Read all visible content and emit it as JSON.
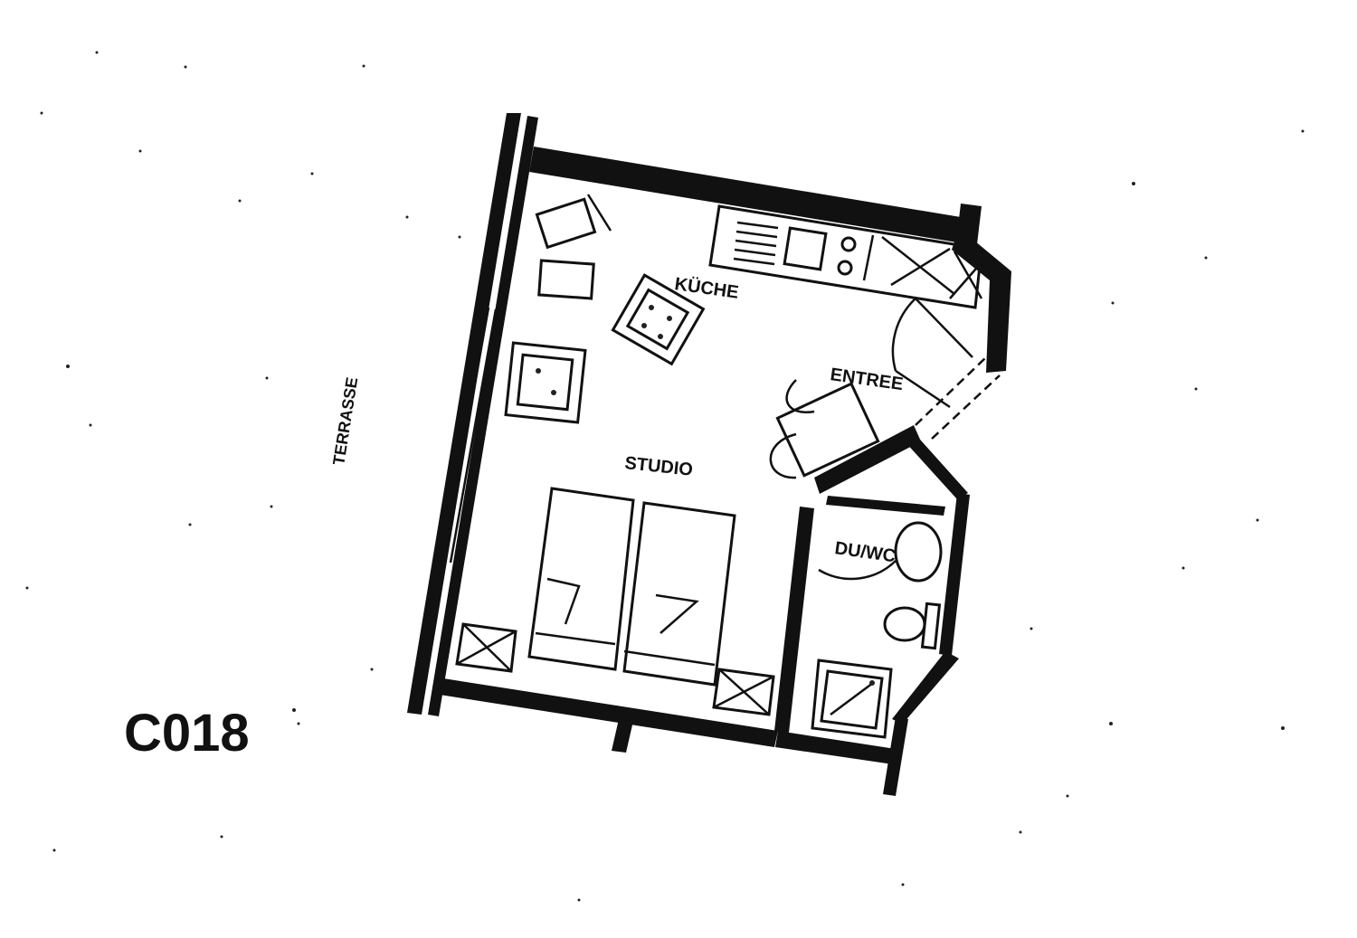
{
  "plan": {
    "id_label": "C018",
    "rooms": {
      "kitchen": "KÜCHE",
      "entry": "ENTREE",
      "studio": "STUDIO",
      "bathroom": "DU/WC",
      "terrace": "TERRASSE"
    }
  }
}
